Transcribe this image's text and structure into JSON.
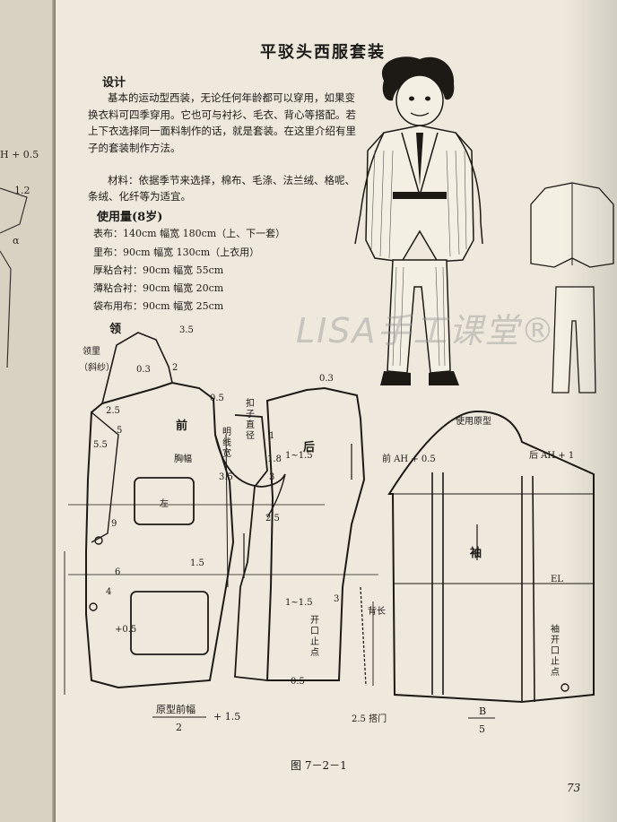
{
  "prev_page": {
    "marks": [
      "H + 0.5",
      "1.2",
      "α"
    ]
  },
  "title": "平驳头西服套装",
  "design_heading": "设计",
  "design_text": "基本的运动型西装，无论任何年龄都可以穿用，如果变换衣料可四季穿用。它也可与衬衫、毛衣、背心等搭配。若上下衣选择同一面料制作的话，就是套装。在这里介绍有里子的套装制作方法。",
  "material_text": "材料：依据季节来选择，棉布、毛涤、法兰绒、格呢、条绒、化纤等为适宜。",
  "usage_heading": "使用量(8岁)",
  "usage_items": [
    "表布：140cm 幅宽 180cm（上、下一套）",
    "里布：90cm 幅宽 130cm（上衣用）",
    "厚粘合衬：90cm 幅宽 55cm",
    "薄粘合衬：90cm 幅宽 20cm",
    "袋布用布：90cm 幅宽 25cm"
  ],
  "watermark": "LISA手工课堂®",
  "pattern": {
    "collar": "领",
    "collar_lining": "领里",
    "bias": "（斜纱）",
    "front": "前",
    "back": "后",
    "sleeve": "袖",
    "chest_width": "胸幅",
    "left": "左",
    "use_prototype": "使用原型",
    "front_ah": "前 AH + 0.5",
    "back_ah": "后 AH + 1",
    "el": "EL",
    "vent_stop": "开口止点",
    "sleeve_vent_stop": "袖开口止点",
    "back_length": "背长",
    "button_spacing": "2.5 搭门",
    "bottom_formula_num": "原型前幅",
    "bottom_formula_den": "2",
    "bottom_formula_plus": "+ 1.5",
    "b_over_5_num": "B",
    "b_over_5_den": "5",
    "stitch_width": "明线宽",
    "button_diameter": "扣子直径",
    "measurements": [
      "3.5",
      "0.3",
      "2",
      "0.5",
      "2.5",
      "5",
      "5.5",
      "9",
      "6",
      "4",
      "1.5",
      "1",
      "1.8",
      "3",
      "0.3",
      "1~1.5",
      "1~1.5",
      "+0.5",
      "0.5",
      "3.5",
      "2.5",
      "3"
    ]
  },
  "caption": "图 7－2－1",
  "page_number": "73"
}
